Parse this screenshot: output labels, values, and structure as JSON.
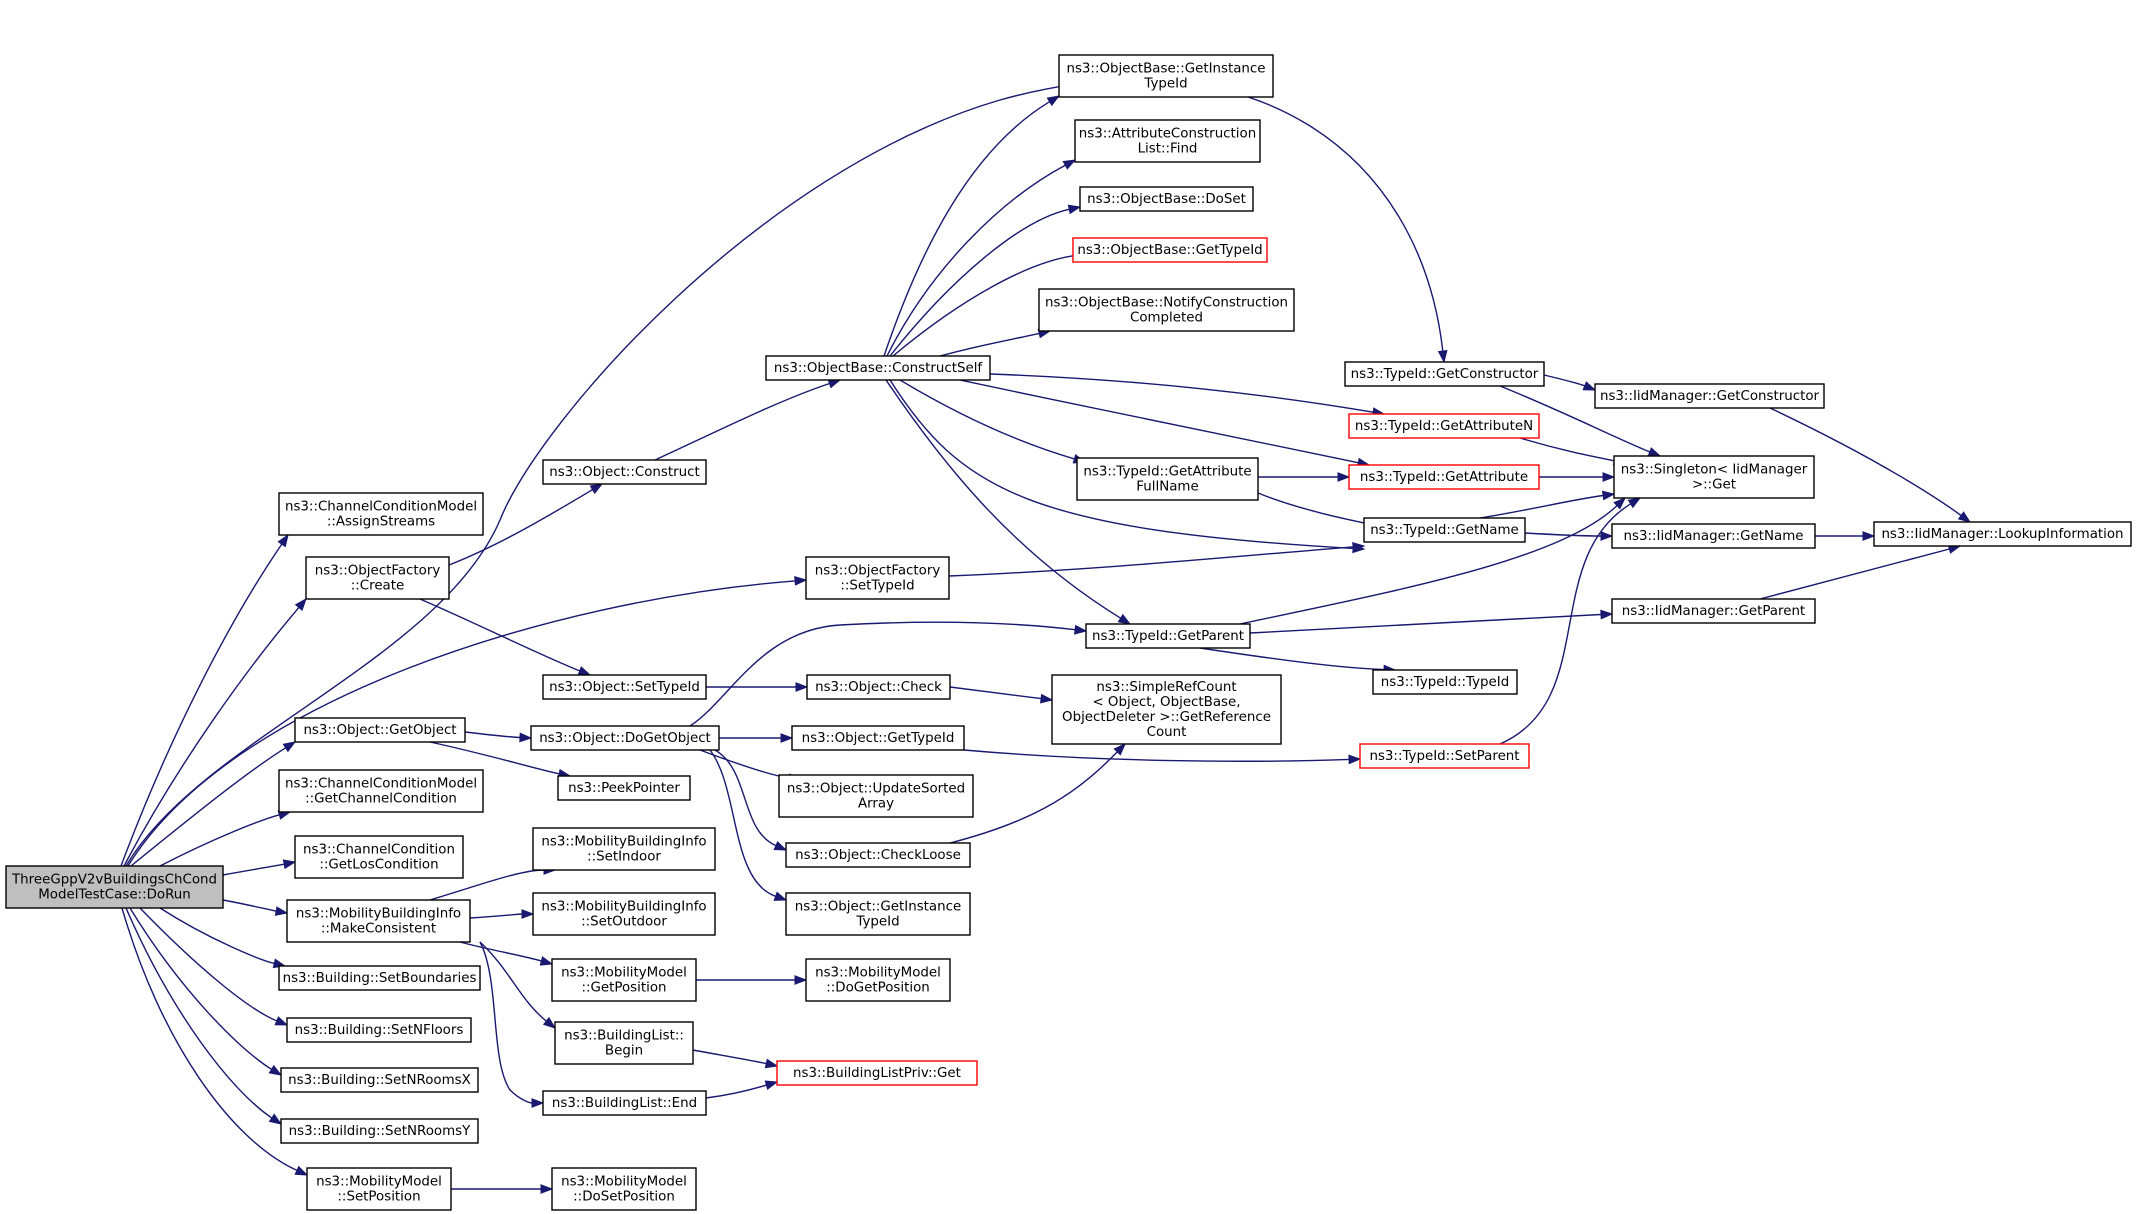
{
  "colors": {
    "edge": "#191970",
    "node_border": "#000000",
    "node_border_truncated": "#ff0000",
    "node_fill": "#ffffff",
    "root_fill": "#bfbfbf"
  },
  "nodes": [
    {
      "id": "root",
      "lines": [
        "ThreeGppV2vBuildingsChCond",
        "ModelTestCase::DoRun"
      ]
    },
    {
      "id": "ccm-assign",
      "lines": [
        "ns3::ChannelConditionModel",
        "::AssignStreams"
      ]
    },
    {
      "id": "of-create",
      "lines": [
        "ns3::ObjectFactory",
        "::Create"
      ]
    },
    {
      "id": "obj-getobject",
      "lines": [
        "ns3::Object::GetObject"
      ]
    },
    {
      "id": "ccm-getcc",
      "lines": [
        "ns3::ChannelConditionModel",
        "::GetChannelCondition"
      ]
    },
    {
      "id": "cc-getlos",
      "lines": [
        "ns3::ChannelCondition",
        "::GetLosCondition"
      ]
    },
    {
      "id": "mbi-makeconsistent",
      "lines": [
        "ns3::MobilityBuildingInfo",
        "::MakeConsistent"
      ]
    },
    {
      "id": "b-setboundaries",
      "lines": [
        "ns3::Building::SetBoundaries"
      ]
    },
    {
      "id": "b-setnfloors",
      "lines": [
        "ns3::Building::SetNFloors"
      ]
    },
    {
      "id": "b-setnroomsx",
      "lines": [
        "ns3::Building::SetNRoomsX"
      ]
    },
    {
      "id": "b-setnroomsy",
      "lines": [
        "ns3::Building::SetNRoomsY"
      ]
    },
    {
      "id": "mm-setposition",
      "lines": [
        "ns3::MobilityModel",
        "::SetPosition"
      ]
    },
    {
      "id": "obj-construct",
      "lines": [
        "ns3::Object::Construct"
      ]
    },
    {
      "id": "obj-settypeid",
      "lines": [
        "ns3::Object::SetTypeId"
      ]
    },
    {
      "id": "obj-dogetobject",
      "lines": [
        "ns3::Object::DoGetObject"
      ]
    },
    {
      "id": "peekpointer",
      "lines": [
        "ns3::PeekPointer"
      ]
    },
    {
      "id": "mbi-setindoor",
      "lines": [
        "ns3::MobilityBuildingInfo",
        "::SetIndoor"
      ]
    },
    {
      "id": "mbi-setoutdoor",
      "lines": [
        "ns3::MobilityBuildingInfo",
        "::SetOutdoor"
      ]
    },
    {
      "id": "mm-getposition",
      "lines": [
        "ns3::MobilityModel",
        "::GetPosition"
      ]
    },
    {
      "id": "bl-begin",
      "lines": [
        "ns3::BuildingList::",
        "Begin"
      ]
    },
    {
      "id": "bl-end",
      "lines": [
        "ns3::BuildingList::End"
      ]
    },
    {
      "id": "mm-dosetposition",
      "lines": [
        "ns3::MobilityModel",
        "::DoSetPosition"
      ]
    },
    {
      "id": "of-settypeid",
      "lines": [
        "ns3::ObjectFactory",
        "::SetTypeId"
      ]
    },
    {
      "id": "ob-constructself",
      "lines": [
        "ns3::ObjectBase::ConstructSelf"
      ]
    },
    {
      "id": "obj-check",
      "lines": [
        "ns3::Object::Check"
      ]
    },
    {
      "id": "obj-gettypeid",
      "lines": [
        "ns3::Object::GetTypeId"
      ]
    },
    {
      "id": "obj-updatesorted",
      "lines": [
        "ns3::Object::UpdateSorted",
        "Array"
      ]
    },
    {
      "id": "obj-checkloose",
      "lines": [
        "ns3::Object::CheckLoose"
      ]
    },
    {
      "id": "obj-getinstancetypeid",
      "lines": [
        "ns3::Object::GetInstance",
        "TypeId"
      ]
    },
    {
      "id": "mm-dogetposition",
      "lines": [
        "ns3::MobilityModel",
        "::DoGetPosition"
      ]
    },
    {
      "id": "blp-get",
      "lines": [
        "ns3::BuildingListPriv::Get"
      ]
    },
    {
      "id": "ob-getinstancetypeid",
      "lines": [
        "ns3::ObjectBase::GetInstance",
        "TypeId"
      ]
    },
    {
      "id": "acl-find",
      "lines": [
        "ns3::AttributeConstruction",
        "List::Find"
      ]
    },
    {
      "id": "ob-doset",
      "lines": [
        "ns3::ObjectBase::DoSet"
      ]
    },
    {
      "id": "ob-gettypeid",
      "lines": [
        "ns3::ObjectBase::GetTypeId"
      ]
    },
    {
      "id": "ob-notify",
      "lines": [
        "ns3::ObjectBase::NotifyConstruction",
        "Completed"
      ]
    },
    {
      "id": "tid-getattrfullname",
      "lines": [
        "ns3::TypeId::GetAttribute",
        "FullName"
      ]
    },
    {
      "id": "tid-getparent",
      "lines": [
        "ns3::TypeId::GetParent"
      ]
    },
    {
      "id": "src-getreferencecount",
      "lines": [
        "ns3::SimpleRefCount",
        "< Object, ObjectBase,",
        "ObjectDeleter >::GetReference",
        "Count"
      ]
    },
    {
      "id": "tid-getconstructor",
      "lines": [
        "ns3::TypeId::GetConstructor"
      ]
    },
    {
      "id": "tid-getattributen",
      "lines": [
        "ns3::TypeId::GetAttributeN"
      ]
    },
    {
      "id": "tid-getattribute",
      "lines": [
        "ns3::TypeId::GetAttribute"
      ]
    },
    {
      "id": "tid-getname",
      "lines": [
        "ns3::TypeId::GetName"
      ]
    },
    {
      "id": "tid-typeid",
      "lines": [
        "ns3::TypeId::TypeId"
      ]
    },
    {
      "id": "tid-setparent",
      "lines": [
        "ns3::TypeId::SetParent"
      ]
    },
    {
      "id": "iid-getconstructor",
      "lines": [
        "ns3::IidManager::GetConstructor"
      ]
    },
    {
      "id": "singleton-get",
      "lines": [
        "ns3::Singleton< IidManager",
        ">::Get"
      ]
    },
    {
      "id": "iid-getname",
      "lines": [
        "ns3::IidManager::GetName"
      ]
    },
    {
      "id": "iid-getparent",
      "lines": [
        "ns3::IidManager::GetParent"
      ]
    },
    {
      "id": "iid-lookup",
      "lines": [
        "ns3::IidManager::LookupInformation"
      ]
    }
  ]
}
